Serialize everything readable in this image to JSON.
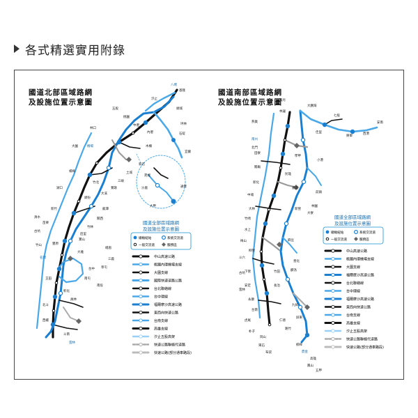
{
  "header": {
    "title": "各式精選實用附錄"
  },
  "north": {
    "title_line1": "國道北部區域路網",
    "title_line2": "及設施位置示意圖",
    "legend": {
      "title_line1": "國道全部區域路網",
      "title_line2": "及設施位置示意圖",
      "sym_interchange": "總樞紐站",
      "sym_toll": "系統交流道",
      "sym_normal": "一般交流道",
      "sym_service": "服務區",
      "items": [
        {
          "label": "中山高速公路",
          "color": "#111111"
        },
        {
          "label": "桃園內環機場支線",
          "color": "#4aa8e8"
        },
        {
          "label": "大園支線",
          "color": "#111111"
        },
        {
          "label": "國際快速道路公路",
          "color": "#4aa8e8"
        },
        {
          "label": "台北聯絡線",
          "color": "#111111"
        },
        {
          "label": "台中環線",
          "color": "#4aa8e8"
        },
        {
          "label": "福爾摩沙高速公路",
          "color": "#1a7fd0"
        },
        {
          "label": "東西向快速公路",
          "color": "#111111"
        },
        {
          "label": "台南支線",
          "color": "#4aa8e8"
        },
        {
          "label": "高雄支線",
          "color": "#111111"
        },
        {
          "label": "汐止五股高架",
          "color": "#9ad0f5"
        },
        {
          "label": "快速公路聯絡代道路",
          "color": "#aaaaaa"
        },
        {
          "label": "快速公路(部分通車路段)",
          "color": "#bbbbbb"
        }
      ]
    }
  },
  "south": {
    "title_line1": "國道南部區域路網",
    "title_line2": "及設施位置示意圖",
    "legend": {
      "title_line1": "國道全部區域路網",
      "title_line2": "及設施位置示意圖",
      "sym_interchange": "總樞紐站",
      "sym_toll": "系統交流道",
      "sym_normal": "一般交流道",
      "sym_service": "服務區",
      "items": [
        {
          "label": "中山高速公路",
          "color": "#111111"
        },
        {
          "label": "桃園內環機場支線",
          "color": "#4aa8e8"
        },
        {
          "label": "大園支線",
          "color": "#111111"
        },
        {
          "label": "福爾摩沙高速公路",
          "color": "#1a7fd0"
        },
        {
          "label": "台北聯絡線",
          "color": "#111111"
        },
        {
          "label": "台中環線",
          "color": "#4aa8e8"
        },
        {
          "label": "福爾摩沙高速公路",
          "color": "#1a7fd0"
        },
        {
          "label": "東西向快速公路",
          "color": "#111111"
        },
        {
          "label": "台南支線",
          "color": "#4aa8e8"
        },
        {
          "label": "高雄支線",
          "color": "#111111"
        },
        {
          "label": "汐止五股高架",
          "color": "#9ad0f5"
        },
        {
          "label": "快速公路聯絡代道路",
          "color": "#aaaaaa"
        },
        {
          "label": "快速公路(部分通車路段)",
          "color": "#bbbbbb"
        }
      ]
    }
  },
  "places_north": [
    "基隆",
    "八堵",
    "汐止",
    "五股",
    "林口",
    "桃園",
    "機場",
    "大園",
    "內壢",
    "中壢",
    "楊梅",
    "湖口",
    "竹北",
    "新竹",
    "頭份",
    "苗栗",
    "后里",
    "豐原",
    "大雅",
    "台中",
    "南屯",
    "王田",
    "彰化",
    "員林",
    "北斗",
    "西螺",
    "斗南",
    "雲林",
    "宜蘭",
    "頭城",
    "坪林",
    "石碇",
    "木柵",
    "新店",
    "土城",
    "三峽",
    "鶯歌",
    "大溪",
    "龍潭",
    "關西",
    "竹林",
    "寶山",
    "峨眉",
    "三義",
    "草屯",
    "南投",
    "名間",
    "竹山",
    "古坑",
    "清水",
    "沙鹿",
    "大甲",
    "通霄",
    "苑裡"
  ],
  "places_south": [
    "大林",
    "民雄",
    "嘉義",
    "水上",
    "新營",
    "柳營",
    "下營",
    "麻豆",
    "善化",
    "安定",
    "永康",
    "台南",
    "仁德",
    "路竹",
    "岡山",
    "楠梓",
    "鼎金",
    "高雄",
    "鳳山",
    "五甲",
    "屏東",
    "九如",
    "長治",
    "麟洛",
    "竹田",
    "南州",
    "林邊",
    "大鵬灣",
    "燕巢",
    "田寮",
    "關廟",
    "新化",
    "中埔",
    "竹崎",
    "梅山",
    "斗六",
    "古坑",
    "雲林",
    "虎尾",
    "朴子",
    "東石",
    "布袋",
    "北門",
    "學甲",
    "佳里",
    "七股",
    "將軍",
    "西港",
    "安南",
    "小港",
    "前鎮",
    "林園",
    "大寮",
    "萬丹"
  ]
}
